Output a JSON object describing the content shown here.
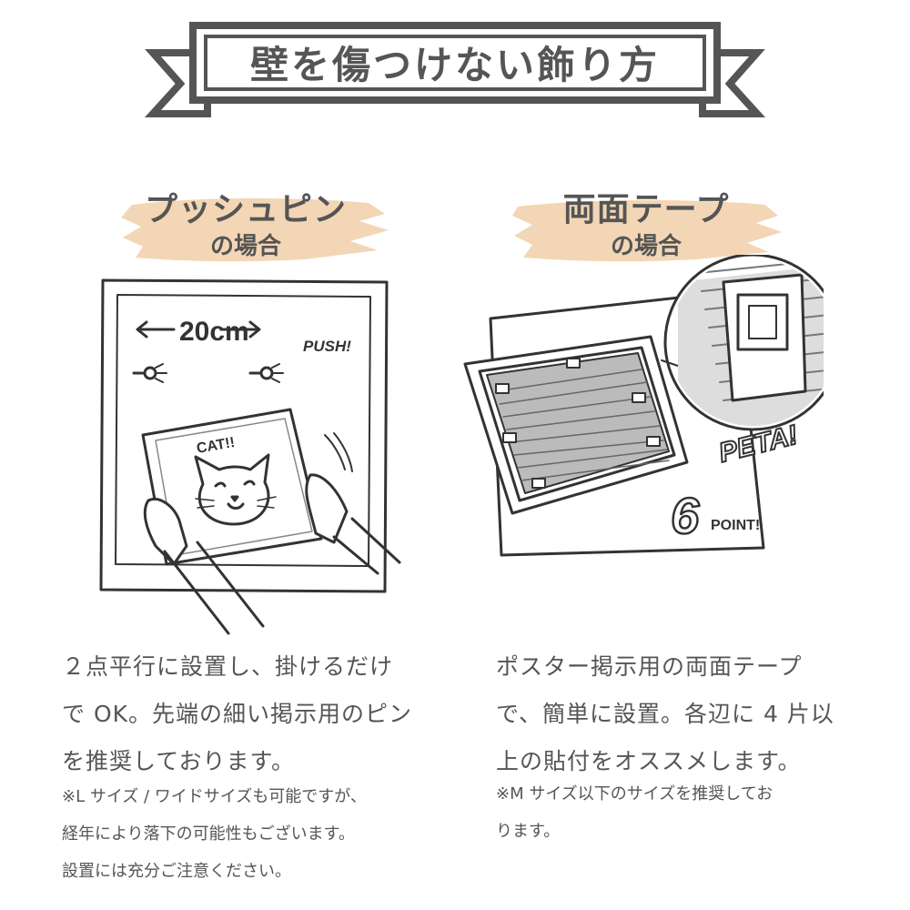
{
  "banner": {
    "title": "壁を傷つけない飾り方"
  },
  "left": {
    "heading": "プッシュピン",
    "subheading": "の場合",
    "illustration": {
      "measure_label": "20cm",
      "push_label": "PUSH!",
      "poster_label": "CAT!!"
    },
    "body_lines": [
      "２点平行に設置し、掛けるだけ",
      "で OK。先端の細い掲示用のピン",
      "を推奨しております。"
    ],
    "note_lines": [
      "※L サイズ / ワイドサイズも可能ですが、",
      "経年により落下の可能性もございます。",
      "設置には充分ご注意ください。"
    ]
  },
  "right": {
    "heading": "両面テープ",
    "subheading": "の場合",
    "illustration": {
      "peta_label": "PETA!",
      "point_number": "6",
      "point_label": "POINT!"
    },
    "body_lines": [
      "ポスター掲示用の両面テープ",
      "で、簡単に設置。各辺に 4 片以",
      "上の貼付をオススメします。"
    ],
    "note_lines": [
      "※M サイズ以下のサイズを推奨してお",
      "ります。"
    ]
  },
  "colors": {
    "ink": "#555555",
    "brush": "#f3d6b5"
  }
}
